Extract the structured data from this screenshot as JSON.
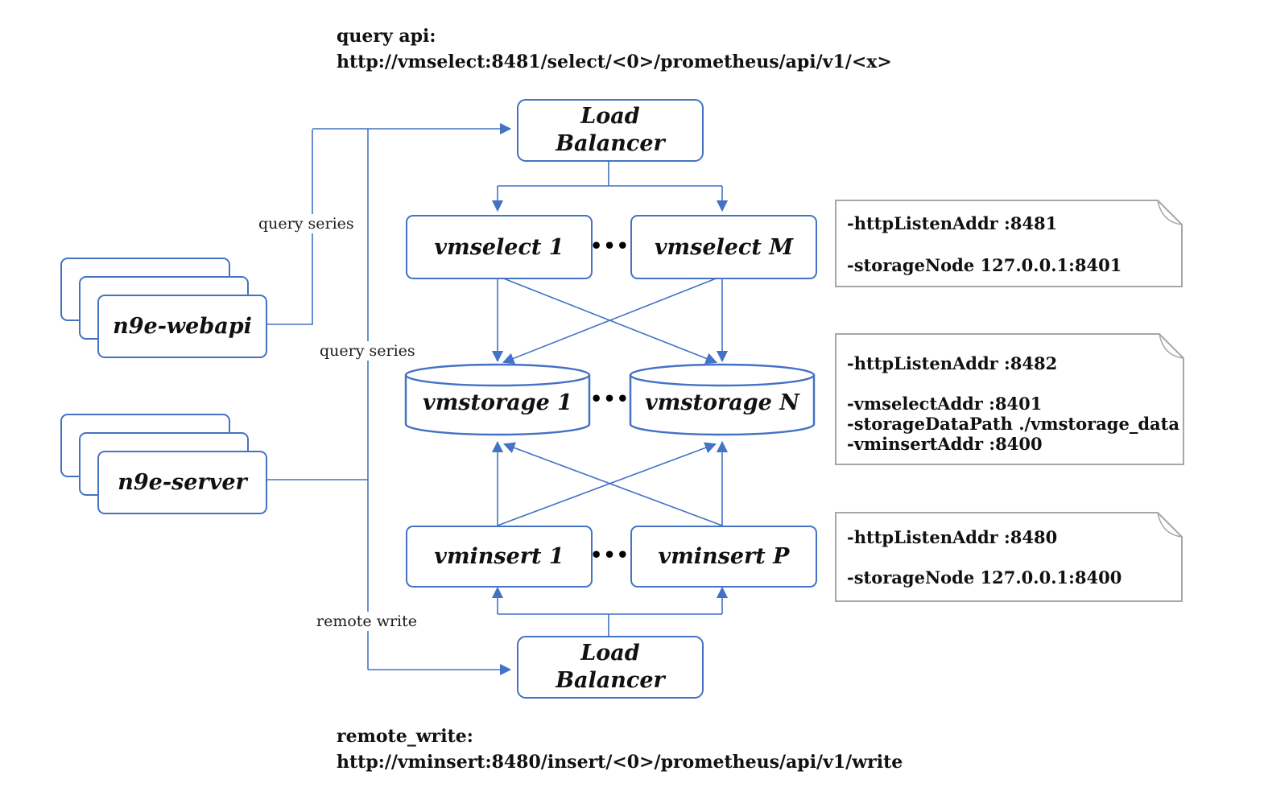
{
  "query_api": {
    "label": "query api:",
    "url": "http://vmselect:8481/select/<0>/prometheus/api/v1/<x>"
  },
  "remote_write_api": {
    "label": "remote_write:",
    "url": "http://vminsert:8480/insert/<0>/prometheus/api/v1/write"
  },
  "clients": {
    "webapi": "n9e-webapi",
    "server": "n9e-server"
  },
  "load_balancer_top": "Load\nBalancer",
  "load_balancer_bottom": "Load\nBalancer",
  "tiers": {
    "select": {
      "first": "vmselect 1",
      "last": "vmselect M",
      "dots": "•••"
    },
    "storage": {
      "first": "vmstorage 1",
      "last": "vmstorage N",
      "dots": "•••"
    },
    "insert": {
      "first": "vminsert 1",
      "last": "vminsert P",
      "dots": "•••"
    }
  },
  "edge_labels": {
    "query_series_webapi": "query series",
    "query_series_server": "query series",
    "remote_write": "remote write"
  },
  "notes": {
    "vmselect": {
      "line1": "-httpListenAddr :8481",
      "line2": "-storageNode 127.0.0.1:8401"
    },
    "vmstorage": {
      "line1": "-httpListenAddr :8482",
      "line2": "-vmselectAddr :8401",
      "line3": "-storageDataPath ./vmstorage_data",
      "line4": "-vminsertAddr :8400"
    },
    "vminsert": {
      "line1": "-httpListenAddr :8480",
      "line2": "-storageNode 127.0.0.1:8400"
    }
  },
  "colors": {
    "accent": "#4472C4",
    "note_border": "#A6A6A6",
    "text": "#111111"
  }
}
